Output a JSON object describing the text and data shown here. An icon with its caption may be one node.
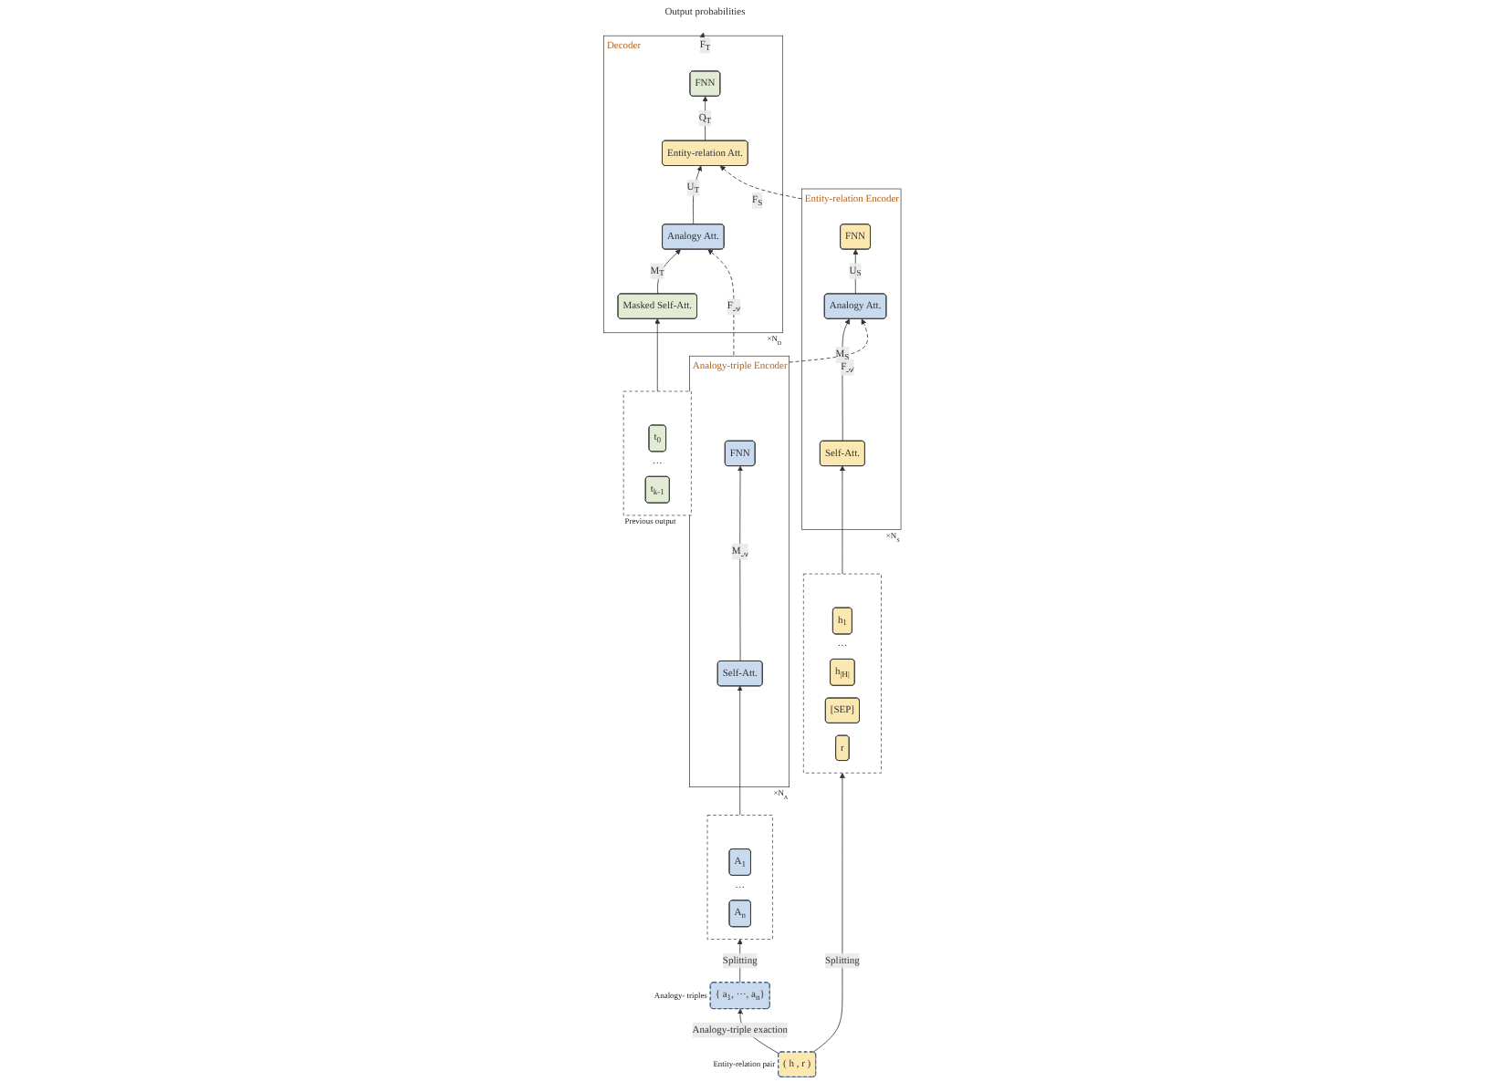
{
  "diagram": {
    "nodes": [
      {
        "text": [
          "Analogy-triple Encoder"
        ],
        "beside": [
          "×N$_{A}$"
        ]
      },
      {
        "text": [
          "FNN"
        ],
        "in": 0
      },
      {
        "text": [
          "Self-Att."
        ],
        "in": 0
      },
      {
        "text": [
          "Entity-relation Encoder"
        ],
        "beside": [
          "×N$_{S}$"
        ]
      },
      {
        "text": [
          "FNN"
        ],
        "in": 3
      },
      {
        "text": [
          "Analogy Att."
        ],
        "in": 3
      },
      {
        "text": [
          "Self-Att."
        ],
        "in": 3
      },
      {
        "text": [
          "Decoder"
        ],
        "beside": [
          "×N$_{D}$"
        ]
      },
      {
        "text": [
          "FNN"
        ],
        "in": 7
      },
      {
        "text": [
          "Entity-relation Att."
        ],
        "in": 7
      },
      {
        "text": [
          "Analogy Att."
        ],
        "in": 7
      },
      {
        "text": [
          "Masked Self-Att."
        ],
        "in": 7
      },
      {
        "text": [],
        "shape": "box"
      },
      {
        "text": [
          "A$_{1}$"
        ],
        "in": 12
      },
      {
        "text": [
          "···"
        ],
        "in": 12
      },
      {
        "text": [
          "A$_{n}$"
        ],
        "in": 12
      },
      {
        "text": [],
        "shape": "box"
      },
      {
        "text": [
          "h$_{1}$"
        ],
        "in": 16
      },
      {
        "text": [
          "···"
        ],
        "in": 16
      },
      {
        "text": [
          "h$_{|H|}$"
        ],
        "in": 16
      },
      {
        "text": [
          "[SEP]"
        ],
        "in": 16
      },
      {
        "text": [
          "r"
        ],
        "in": 16
      },
      {
        "text": [],
        "shape": "box",
        "beside": [
          "Previous output"
        ]
      },
      {
        "text": [
          "t$_{0}$"
        ],
        "in": 22
      },
      {
        "text": [
          "···"
        ],
        "in": 22
      },
      {
        "text": [
          "t$_{k-1}$"
        ],
        "in": 22
      },
      {
        "text": [
          "{ a$_{1}$, ···, a$_{n}$}"
        ],
        "beside": [
          "Analogy- triples"
        ]
      },
      {
        "text": [
          "( h , r )"
        ],
        "beside": [
          "Entity-relation pair"
        ]
      },
      {
        "text": [
          "Output probabilities"
        ]
      }
    ],
    "edges": [
      {
        "from": 2,
        "to": 1,
        "arrow": "to",
        "label": "M$_{𝒜}$"
      },
      {
        "from": 12,
        "to": 2,
        "arrow": "to"
      },
      {
        "from": 26,
        "to": 12,
        "arrow": "to",
        "label": "Splitting"
      },
      {
        "from": 0,
        "to": 5,
        "arrow": "to",
        "label": "F$_{𝒜}$",
        "style": "dashed"
      },
      {
        "from": 0,
        "to": 10,
        "arrow": "to",
        "label": "F$_{𝒜}$",
        "style": "dashed"
      },
      {
        "from": 6,
        "to": 5,
        "arrow": "to",
        "label": "M$_{S}$"
      },
      {
        "from": 5,
        "to": 4,
        "arrow": "to",
        "label": "U$_{S}$"
      },
      {
        "from": 16,
        "to": 6,
        "arrow": "to"
      },
      {
        "from": 27,
        "to": 16,
        "arrow": "to",
        "label": "Splitting"
      },
      {
        "from": 3,
        "to": 9,
        "arrow": "to",
        "label": "F$_{S}$",
        "style": "dashed"
      },
      {
        "from": 27,
        "to": 26,
        "arrow": "to",
        "label": "Analogy-triple exaction"
      },
      {
        "from": 11,
        "to": 10,
        "arrow": "to",
        "label": "M$_{T}$"
      },
      {
        "from": 10,
        "to": 9,
        "arrow": "to",
        "label": "U$_{T}$"
      },
      {
        "from": 9,
        "to": 8,
        "arrow": "to",
        "label": "Q$_{T}$"
      },
      {
        "from": 22,
        "to": 11,
        "arrow": "to"
      },
      {
        "from": 7,
        "to": 28,
        "arrow": "to",
        "label": "F$_{T}$"
      }
    ]
  }
}
